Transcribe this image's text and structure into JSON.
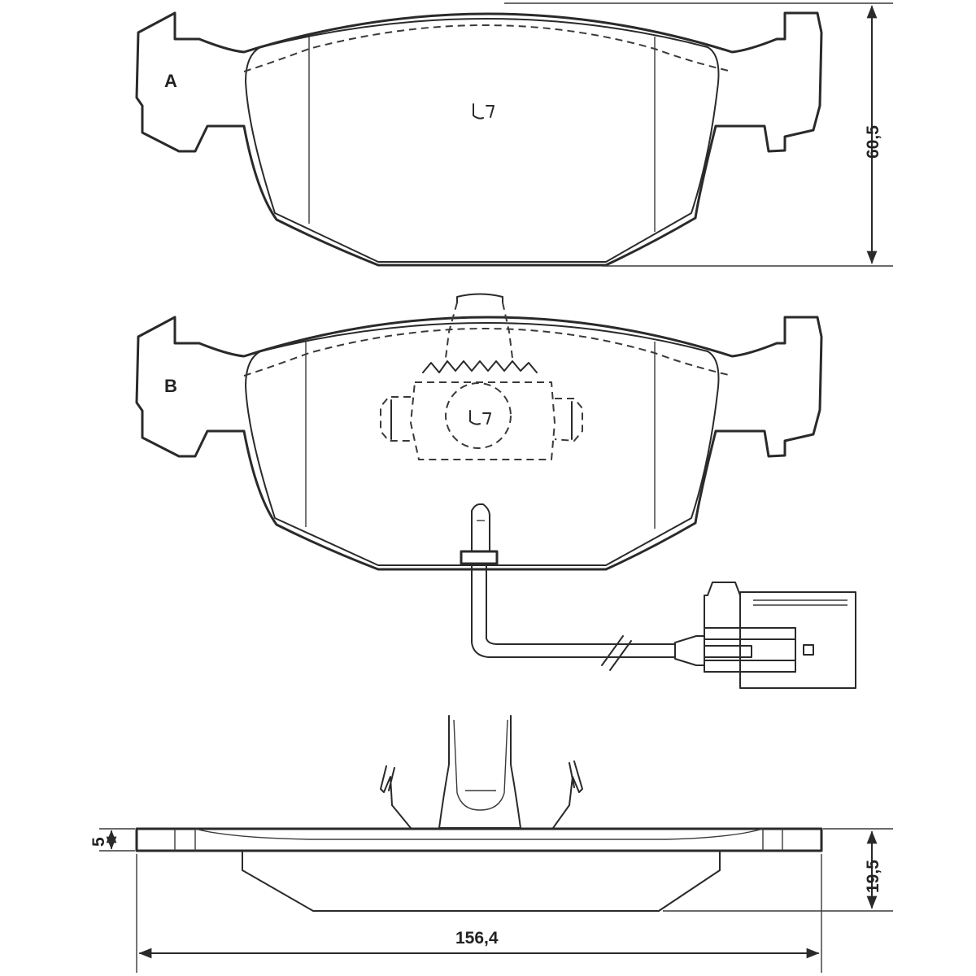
{
  "views": {
    "view_a": {
      "label": "A"
    },
    "view_b": {
      "label": "B"
    }
  },
  "dimensions": {
    "height": "60,5",
    "width": "156,4",
    "thickness_total": "19,5",
    "thickness_plate": "5"
  }
}
